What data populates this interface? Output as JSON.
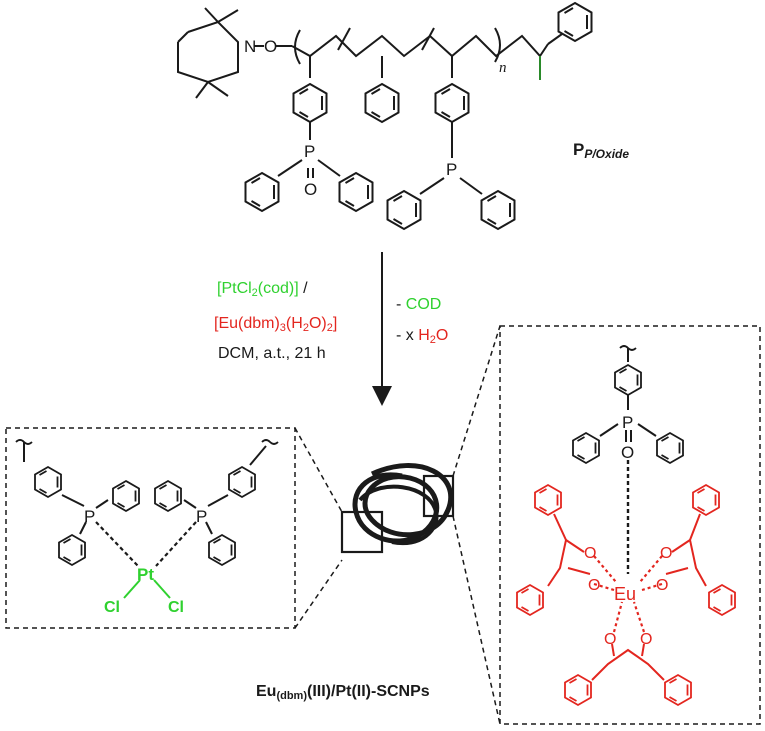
{
  "polymer": {
    "label_main": "P",
    "label_sub": "P/Oxide",
    "tempo_n": "N",
    "tempo_o": "O",
    "repeat_n": "n",
    "phosphine_oxide_p": "P",
    "phosphine_oxide_o": "O",
    "phosphine_p": "P"
  },
  "reagents": {
    "pt_a": "[PtCl",
    "pt_sub": "2",
    "pt_b": "(cod)]",
    "slash": " /",
    "eu_a": "[Eu(dbm)",
    "eu_sub1": "3",
    "eu_b": "(H",
    "eu_sub2": "2",
    "eu_c": "O)",
    "eu_sub3": "2",
    "eu_d": "]",
    "conditions": "DCM, a.t., 21 h"
  },
  "byproducts": {
    "cod_prefix": "- ",
    "cod": "COD",
    "water_prefix": "- x ",
    "water_a": "H",
    "water_sub": "2",
    "water_b": "O"
  },
  "pt_complex": {
    "p_left": "P",
    "p_right": "P",
    "pt": "Pt",
    "cl_left": "Cl",
    "cl_right": "Cl"
  },
  "eu_complex": {
    "p": "P",
    "o_phosphine": "O",
    "eu": "Eu",
    "o_labels": [
      "O",
      "O",
      "O",
      "O",
      "O",
      "O"
    ]
  },
  "product": {
    "label_a": "Eu",
    "label_sub": "(dbm)",
    "label_b": "(III)/Pt(II)-SCNPs"
  },
  "colors": {
    "black": "#1a1a1a",
    "platinum_green": "#2fd12f",
    "europium_red": "#e3261f"
  }
}
